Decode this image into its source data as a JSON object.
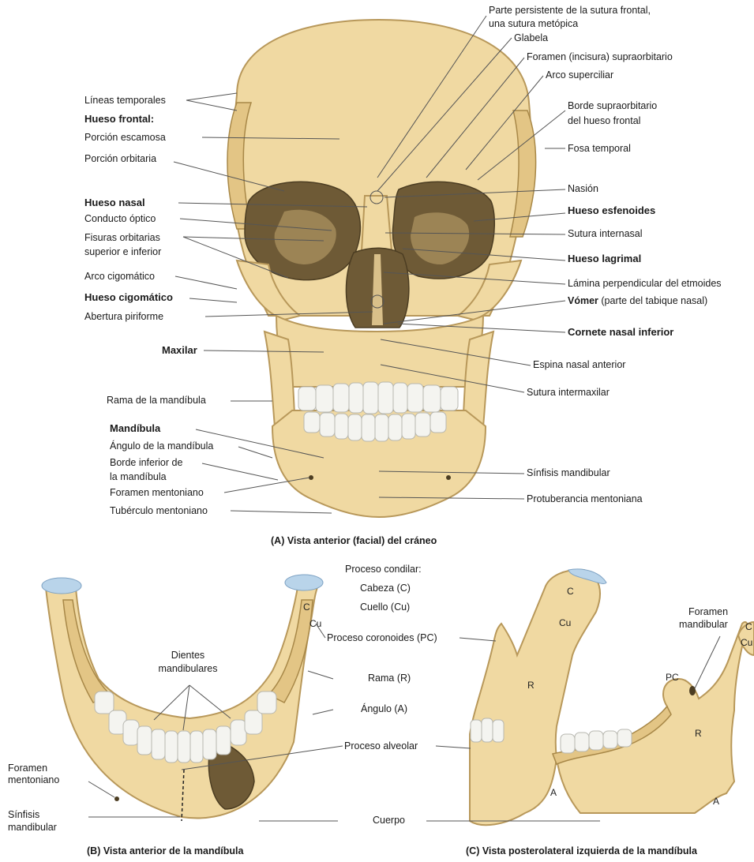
{
  "panel_a": {
    "caption": "(A) Vista anterior (facial) del cráneo",
    "left_labels": [
      {
        "id": "lineas-temporales",
        "text": "Líneas temporales",
        "bold": false
      },
      {
        "id": "hueso-frontal",
        "text": "Hueso frontal:",
        "bold": true
      },
      {
        "id": "porcion-escamosa",
        "text": "Porción escamosa",
        "bold": false
      },
      {
        "id": "porcion-orbitaria",
        "text": "Porción orbitaria",
        "bold": false
      },
      {
        "id": "hueso-nasal",
        "text": "Hueso nasal",
        "bold": true
      },
      {
        "id": "conducto-optico",
        "text": "Conducto óptico",
        "bold": false
      },
      {
        "id": "fisuras-orbitarias",
        "text": "Fisuras orbitarias",
        "bold": false
      },
      {
        "id": "superior-inferior",
        "text": "superior e inferior",
        "bold": false
      },
      {
        "id": "arco-cigomatico",
        "text": "Arco cigomático",
        "bold": false
      },
      {
        "id": "hueso-cigomatico",
        "text": "Hueso cigomático",
        "bold": true
      },
      {
        "id": "abertura-piriforme",
        "text": "Abertura piriforme",
        "bold": false
      },
      {
        "id": "maxilar",
        "text": "Maxilar",
        "bold": true
      },
      {
        "id": "rama-mandibula",
        "text": "Rama de la mandíbula",
        "bold": false
      },
      {
        "id": "mandibula",
        "text": "Mandíbula",
        "bold": true
      },
      {
        "id": "angulo-mandibula",
        "text": "Ángulo de la mandíbula",
        "bold": false
      },
      {
        "id": "borde-inferior-1",
        "text": "Borde inferior de",
        "bold": false
      },
      {
        "id": "borde-inferior-2",
        "text": "la mandíbula",
        "bold": false
      },
      {
        "id": "foramen-mentoniano",
        "text": "Foramen mentoniano",
        "bold": false
      },
      {
        "id": "tuberculo-mentoniano",
        "text": "Tubérculo mentoniano",
        "bold": false
      }
    ],
    "right_labels": [
      {
        "id": "parte-persistente-1",
        "text": "Parte persistente de la sutura frontal,",
        "bold": false
      },
      {
        "id": "parte-persistente-2",
        "text": "una sutura metópica",
        "bold": false
      },
      {
        "id": "glabela",
        "text": "Glabela",
        "bold": false
      },
      {
        "id": "foramen-supraorbitario",
        "text": "Foramen (incisura) supraorbitario",
        "bold": false
      },
      {
        "id": "arco-superciliar",
        "text": "Arco superciliar",
        "bold": false
      },
      {
        "id": "borde-supraorbitario-1",
        "text": "Borde supraorbitario",
        "bold": false
      },
      {
        "id": "borde-supraorbitario-2",
        "text": "del hueso frontal",
        "bold": false
      },
      {
        "id": "fosa-temporal",
        "text": "Fosa temporal",
        "bold": false
      },
      {
        "id": "nasion",
        "text": "Nasión",
        "bold": false
      },
      {
        "id": "hueso-esfenoides",
        "text": "Hueso esfenoides",
        "bold": true
      },
      {
        "id": "sutura-internasal",
        "text": "Sutura internasal",
        "bold": false
      },
      {
        "id": "hueso-lagrimal",
        "text": "Hueso lagrimal",
        "bold": true
      },
      {
        "id": "lamina-perpendicular",
        "text": "Lámina perpendicular del etmoides",
        "bold": false
      },
      {
        "id": "vomer",
        "text": "Vómer",
        "bold": true
      },
      {
        "id": "vomer-note",
        "text": " (parte del tabique nasal)",
        "bold": false
      },
      {
        "id": "cornete-nasal",
        "text": "Cornete nasal inferior",
        "bold": true
      },
      {
        "id": "espina-nasal",
        "text": "Espina nasal anterior",
        "bold": false
      },
      {
        "id": "sutura-intermaxilar",
        "text": "Sutura intermaxilar",
        "bold": false
      },
      {
        "id": "sinfisis-mandibular",
        "text": "Sínfisis mandibular",
        "bold": false
      },
      {
        "id": "protuberancia-mentoniana",
        "text": "Protuberancia mentoniana",
        "bold": false
      }
    ]
  },
  "panel_b": {
    "caption": "(B) Vista anterior de la mandíbula",
    "labels": {
      "proceso_condilar": "Proceso condilar:",
      "cabeza": "Cabeza (C)",
      "cuello": "Cuello (Cu)",
      "proceso_coronoides": "Proceso coronoides (PC)",
      "dientes_1": "Dientes",
      "dientes_2": "mandibulares",
      "rama": "Rama (R)",
      "angulo": "Ángulo (A)",
      "proceso_alveolar": "Proceso alveolar",
      "cuerpo": "Cuerpo",
      "foramen_mentoniano_1": "Foramen",
      "foramen_mentoniano_2": "mentoniano",
      "sinfisis_1": "Sínfisis",
      "sinfisis_2": "mandibular"
    },
    "marks": {
      "c": "C",
      "cu": "Cu"
    }
  },
  "panel_c": {
    "caption": "(C) Vista posterolateral izquierda de la mandíbula",
    "labels": {
      "foramen_mandibular_1": "Foramen",
      "foramen_mandibular_2": "mandibular"
    },
    "marks": {
      "c": "C",
      "cu": "Cu",
      "r": "R",
      "a": "A",
      "pc": "PC",
      "c2": "C",
      "cu2": "Cu",
      "r2": "R",
      "a2": "A"
    }
  },
  "colors": {
    "bone": "#f0d9a2",
    "bone_outline": "#b8985a",
    "teeth": "#f4f4f0",
    "cartilage": "#b9d4ea"
  }
}
